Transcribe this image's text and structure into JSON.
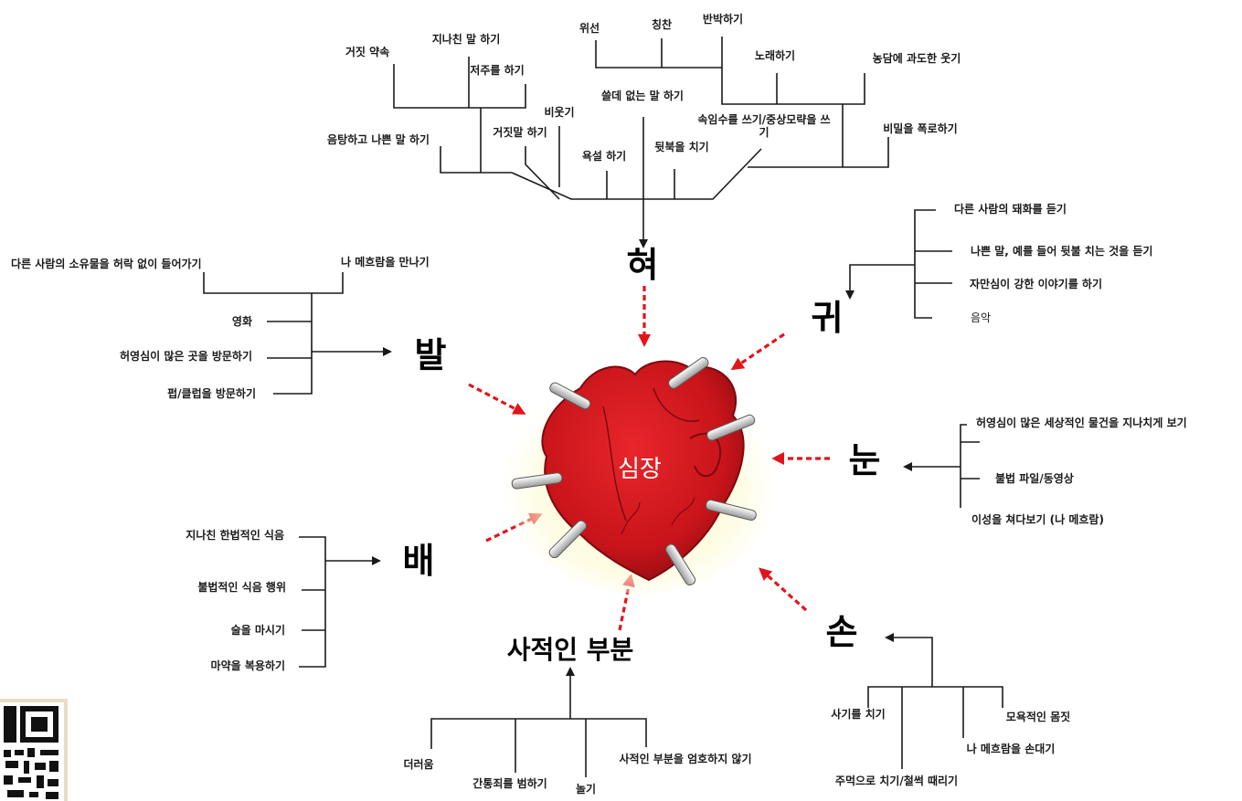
{
  "heart": {
    "label": "심장"
  },
  "organs": {
    "tongue": "혀",
    "ear": "귀",
    "foot": "발",
    "eye": "눈",
    "belly": "배",
    "hand": "손",
    "private": "사적인 부분"
  },
  "tongue_items": {
    "false_promise": "거짓 약속",
    "excessive_talk": "지나친 말 하기",
    "cursing": "저주를 하기",
    "obscene_talk": "음탕하고 나쁜 말 하기",
    "lying": "거짓말 하기",
    "mocking": "비웃기",
    "useless_talk": "쓸데 없는 말 하기",
    "swearing": "욕설 하기",
    "backbiting": "뒷북을 치기",
    "scheming": "속임수를 쓰기/중상모략을 쓰기",
    "hypocrisy": "위선",
    "praise": "칭찬",
    "rebuttal": "반박하기",
    "singing": "노래하기",
    "joking": "농담에 과도한 웃기",
    "revealing_secrets": "비밀을 폭로하기"
  },
  "ear_items": {
    "eavesdrop": "다른 사람의 돼화를 듣기",
    "bad_talk": "나쁜 말, 예를 들어 뒷불 치는 것을 듣기",
    "boastful": "자만심이 강한 이야기를 하기",
    "music": "음악"
  },
  "foot_items": {
    "trespass": "다른 사람의 소유물을 허락 없이 들어가기",
    "meet_nonmahram": "나 메흐람을 만나기",
    "movies": "영화",
    "vain_places": "허영심이 많은 곳을 방문하기",
    "pub_club": "펍/클럽을 방문하기"
  },
  "eye_items": {
    "worldly": "허영심이 많은 세상적인 물건을 지나치게 보기",
    "illegal_files": "불법 파일/동영상",
    "opposite_sex": "이성을 쳐다보기 (나 메흐람)"
  },
  "belly_items": {
    "overeating": "지나친 한법적인 식음",
    "illegal_food": "불법적인 식음 행위",
    "alcohol": "술을 마시기",
    "drugs": "마약을 복용하기"
  },
  "hand_items": {
    "fraud": "사기를 치기",
    "obscene_gesture": "모욕적인 몸짓",
    "touch_nonmahram": "나 메흐람을 손대기",
    "hitting": "주먹으로 치기/철썩 때리기"
  },
  "private_items": {
    "filth": "더러움",
    "adultery": "간통죄를 범하기",
    "play": "놀기",
    "not_guarding": "사적인 부분을 엄호하지 않기"
  },
  "colors": {
    "heart": "#d41a1f",
    "heart_dark": "#8e0d12",
    "arrow_red": "#e0151b",
    "line": "#1a1a1a"
  }
}
